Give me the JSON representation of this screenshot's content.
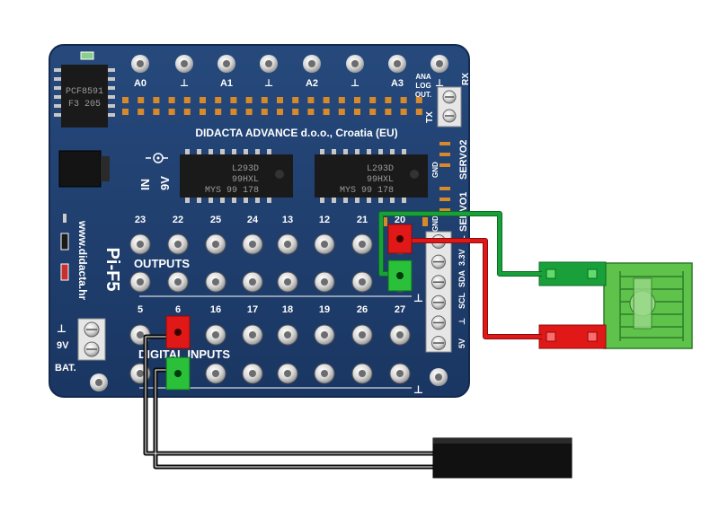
{
  "board": {
    "name": "Pi-F5",
    "website": "www.didacta.hr",
    "manufacturer": "DIDACTA  ADVANCE d.o.o., Croatia (EU)",
    "chip_adc_line1": "PCF8591",
    "chip_adc_line2": "F3 205",
    "chip_driver_line1": "L293D",
    "chip_driver_line2": "99HXL",
    "chip_driver_line3": "MYS  99 178",
    "power_label_in": "IN",
    "power_label_9v": "9V",
    "analog_labels": [
      "A0",
      "⊥",
      "A1",
      "⊥",
      "A2",
      "⊥",
      "A3",
      "⊥"
    ],
    "ana_log_out": [
      "ANA",
      "LOG",
      "OUT."
    ],
    "tx_label": "TX",
    "rx_label": "RX",
    "servo2_label": "SERVO2",
    "servo1_label": "SERVO1",
    "gnd_label": "GND",
    "gnd_label_b": "GND",
    "output_pins": [
      "23",
      "22",
      "25",
      "24",
      "13",
      "12",
      "21",
      "20"
    ],
    "outputs_label": "OUTPUTS",
    "input_pins": [
      "5",
      "6",
      "16",
      "17",
      "18",
      "19",
      "26",
      "27"
    ],
    "digital_inputs_label": "DIGITAL INPUTS",
    "ground_symbol": "⊥",
    "i2c_labels": [
      "⊥",
      "3.3V",
      "SDA",
      "SCL",
      "⊥",
      "5V"
    ],
    "battery_label_9v": "9V",
    "battery_label_bat": "BAT.",
    "battery_ground": "⊥"
  },
  "colors": {
    "board": "#1f3f6f",
    "wire_green": "#1aa03a",
    "wire_red": "#e01818",
    "wire_black": "#0a0a0a",
    "sensor": "#5fc24a"
  }
}
